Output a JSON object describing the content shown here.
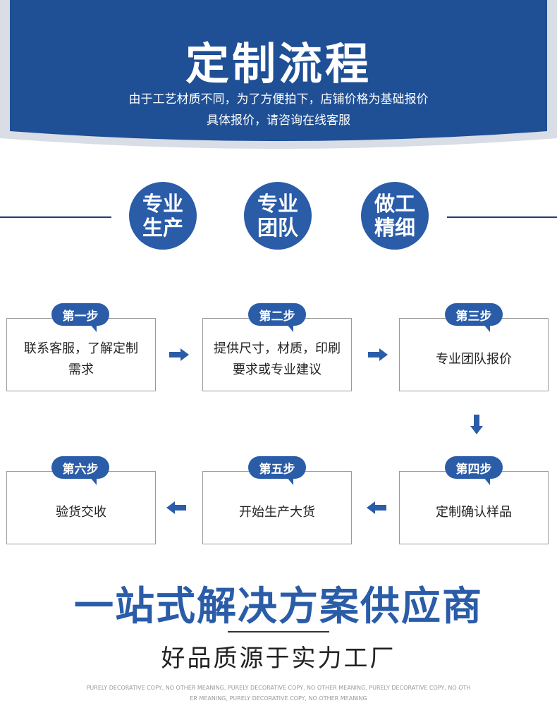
{
  "banner": {
    "title": "定制流程",
    "subtitle_line1": "由于工艺材质不同，为了方便拍下，店铺价格为基础报价",
    "subtitle_line2": "具体报价，请咨询在线客服",
    "color": "#1f4f95"
  },
  "features": [
    {
      "line1": "专业",
      "line2": "生产"
    },
    {
      "line1": "专业",
      "line2": "团队"
    },
    {
      "line1": "做工",
      "line2": "精细"
    }
  ],
  "steps": [
    {
      "tag": "第一步",
      "line1": "联系客服，了解定制",
      "line2": "需求"
    },
    {
      "tag": "第二步",
      "line1": "提供尺寸，材质，印刷",
      "line2": "要求或专业建议"
    },
    {
      "tag": "第三步",
      "line1": "专业团队报价",
      "line2": ""
    },
    {
      "tag": "第四步",
      "line1": "定制确认样品",
      "line2": ""
    },
    {
      "tag": "第五步",
      "line1": "开始生产大货",
      "line2": ""
    },
    {
      "tag": "第六步",
      "line1": "验货交收",
      "line2": ""
    }
  ],
  "footer": {
    "solution_title": "一站式解决方案供应商",
    "slogan": "好品质源于实力工厂",
    "fine_line1": "PURELY DECORATIVE COPY, NO OTHER MEANING, PURELY DECORATIVE COPY, NO OTHER MEANING, PURELY DECORATIVE COPY, NO OTH",
    "fine_line2": "ER MEANING, PURELY DECORATIVE COPY, NO OTHER MEANING"
  },
  "accent_color": "#2a5ca8"
}
